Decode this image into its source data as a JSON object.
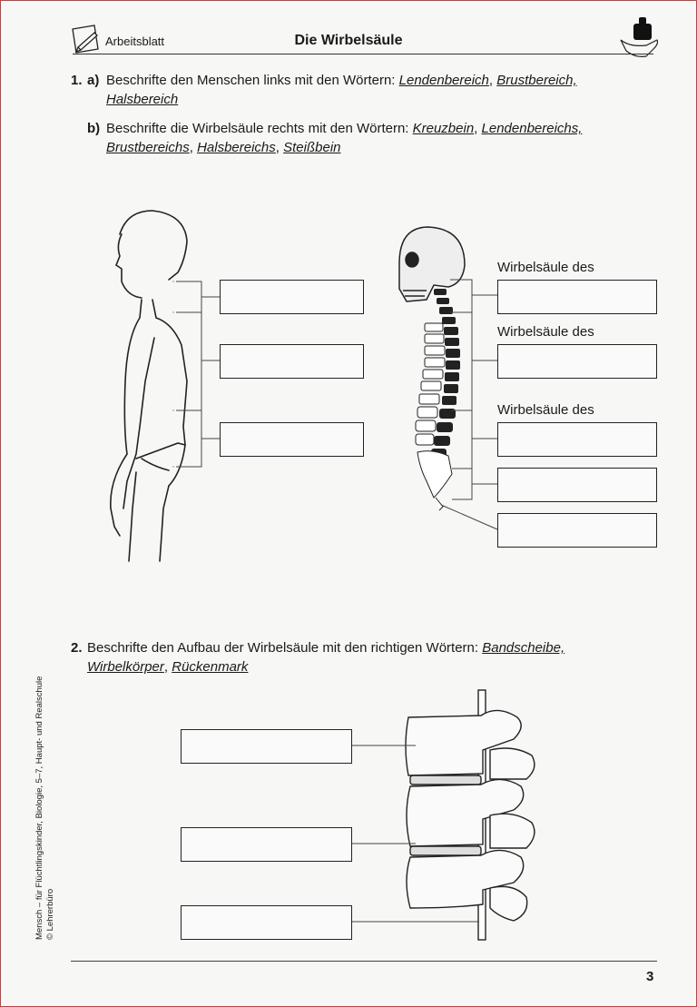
{
  "header": {
    "label": "Arbeitsblatt",
    "title": "Die Wirbelsäule"
  },
  "task1": {
    "number": "1.",
    "a": {
      "marker": "a)",
      "text1": "Beschrifte den Menschen links mit den Wörtern: ",
      "kw1": "Lendenbereich",
      "kw2": "Brustbereich,",
      "kw3": "Halsbereich",
      "sep": ", "
    },
    "b": {
      "marker": "b)",
      "text1": "Beschrifte die Wirbelsäule rechts mit den Wörtern: ",
      "kw1": "Kreuzbein",
      "kw2": "Lendenbereichs,",
      "kw3": "Brustbereichs",
      "kw4": "Halsbereichs",
      "kw5": "Steißbein",
      "sep": ", "
    },
    "spine_labels": [
      "Wirbelsäule des",
      "Wirbelsäule des",
      "Wirbelsäule des"
    ]
  },
  "task2": {
    "number": "2.",
    "text1": "Beschrifte den Aufbau der Wirbelsäule mit den richtigen Wörtern: ",
    "kw1": "Bandscheibe,",
    "kw2": "Wirbelkörper",
    "kw3": "Rückenmark",
    "sep": ", "
  },
  "footer": {
    "page": "3",
    "side_line1": "Mensch – für Flüchtlingskinder, Biologie, 5–7, Haupt- und Realschule",
    "side_line2": "© Lehrerbüro"
  },
  "icons": [
    "pencil-paper-icon",
    "weight-hand-icon"
  ]
}
